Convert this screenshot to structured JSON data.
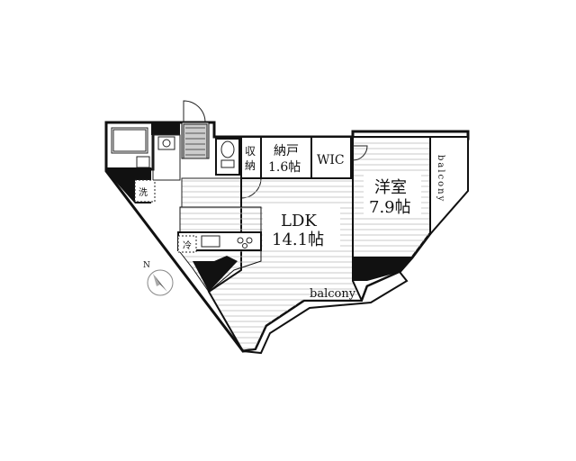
{
  "floorplan": {
    "rooms": {
      "storage": "収納",
      "closet_line1": "納戸",
      "closet_line2": "1.6帖",
      "wic": "WIC",
      "western_line1": "洋室",
      "western_line2": "7.9帖",
      "ldk_line1": "LDK",
      "ldk_line2": "14.1帖",
      "balcony_bottom": "balcony",
      "balcony_side": "balcony",
      "washer": "洗",
      "fridge": "冷"
    },
    "compass": {
      "north_label": "N"
    }
  }
}
